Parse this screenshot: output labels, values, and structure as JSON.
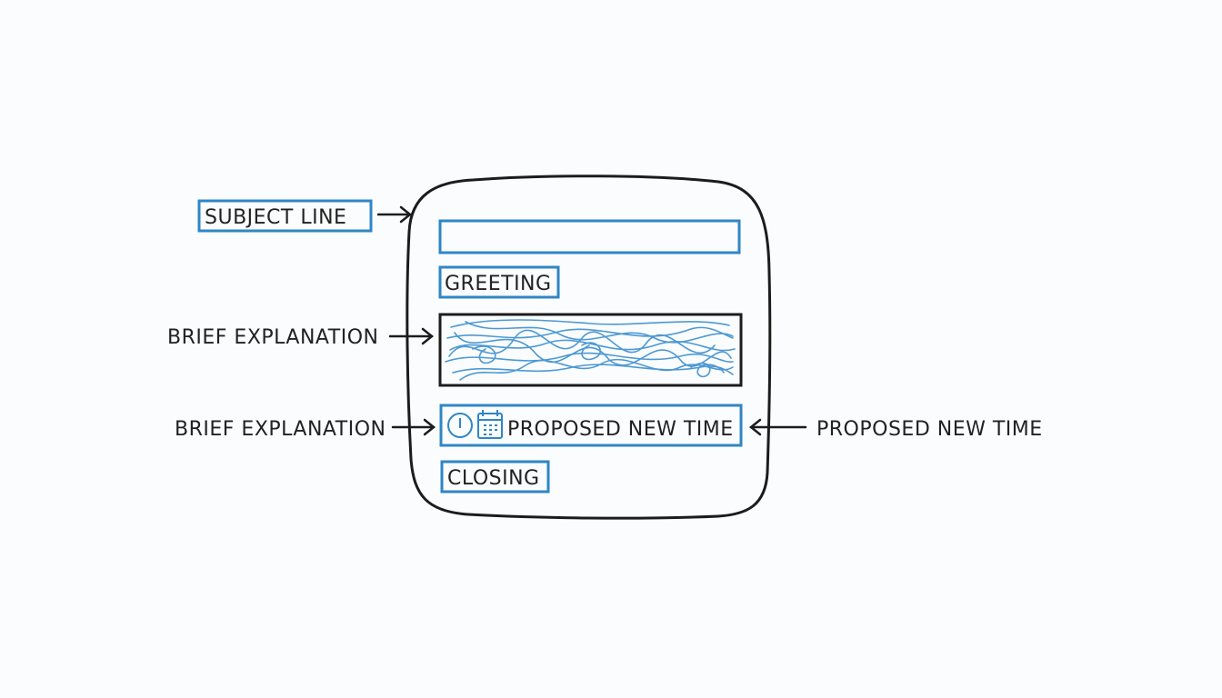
{
  "labels": {
    "subject_line": "SUBJECT LINE",
    "greeting": "GREETING",
    "brief_explanation_upper": "BRIEF EXPLANATION",
    "brief_explanation_lower": "BRIEF EXPLANATION",
    "proposed_new_time_box": "PROPOSED NEW TIME",
    "proposed_new_time_right": "PROPOSED NEW TIME",
    "closing": "CLOSING"
  },
  "icons": {
    "clock": "clock-icon",
    "calendar": "calendar-icon"
  },
  "colors": {
    "outline": "#1c1c1c",
    "accent_blue": "#2f86c6",
    "background": "#fbfcfd",
    "text": "#222222"
  }
}
